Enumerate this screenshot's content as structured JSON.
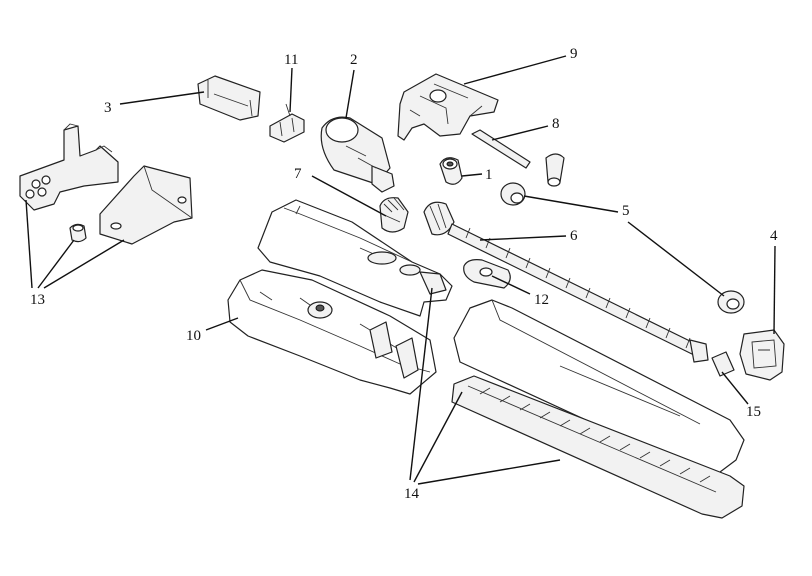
{
  "callouts": {
    "c1": "1",
    "c2": "2",
    "c3": "3",
    "c4": "4",
    "c5": "5",
    "c6": "6",
    "c7": "7",
    "c8": "8",
    "c9": "9",
    "c10": "10",
    "c11": "11",
    "c12": "12",
    "c13": "13",
    "c14": "14",
    "c15": "15"
  },
  "colors": {
    "line": "#222222",
    "fill": "#f2f2f2",
    "background": "#ffffff"
  }
}
